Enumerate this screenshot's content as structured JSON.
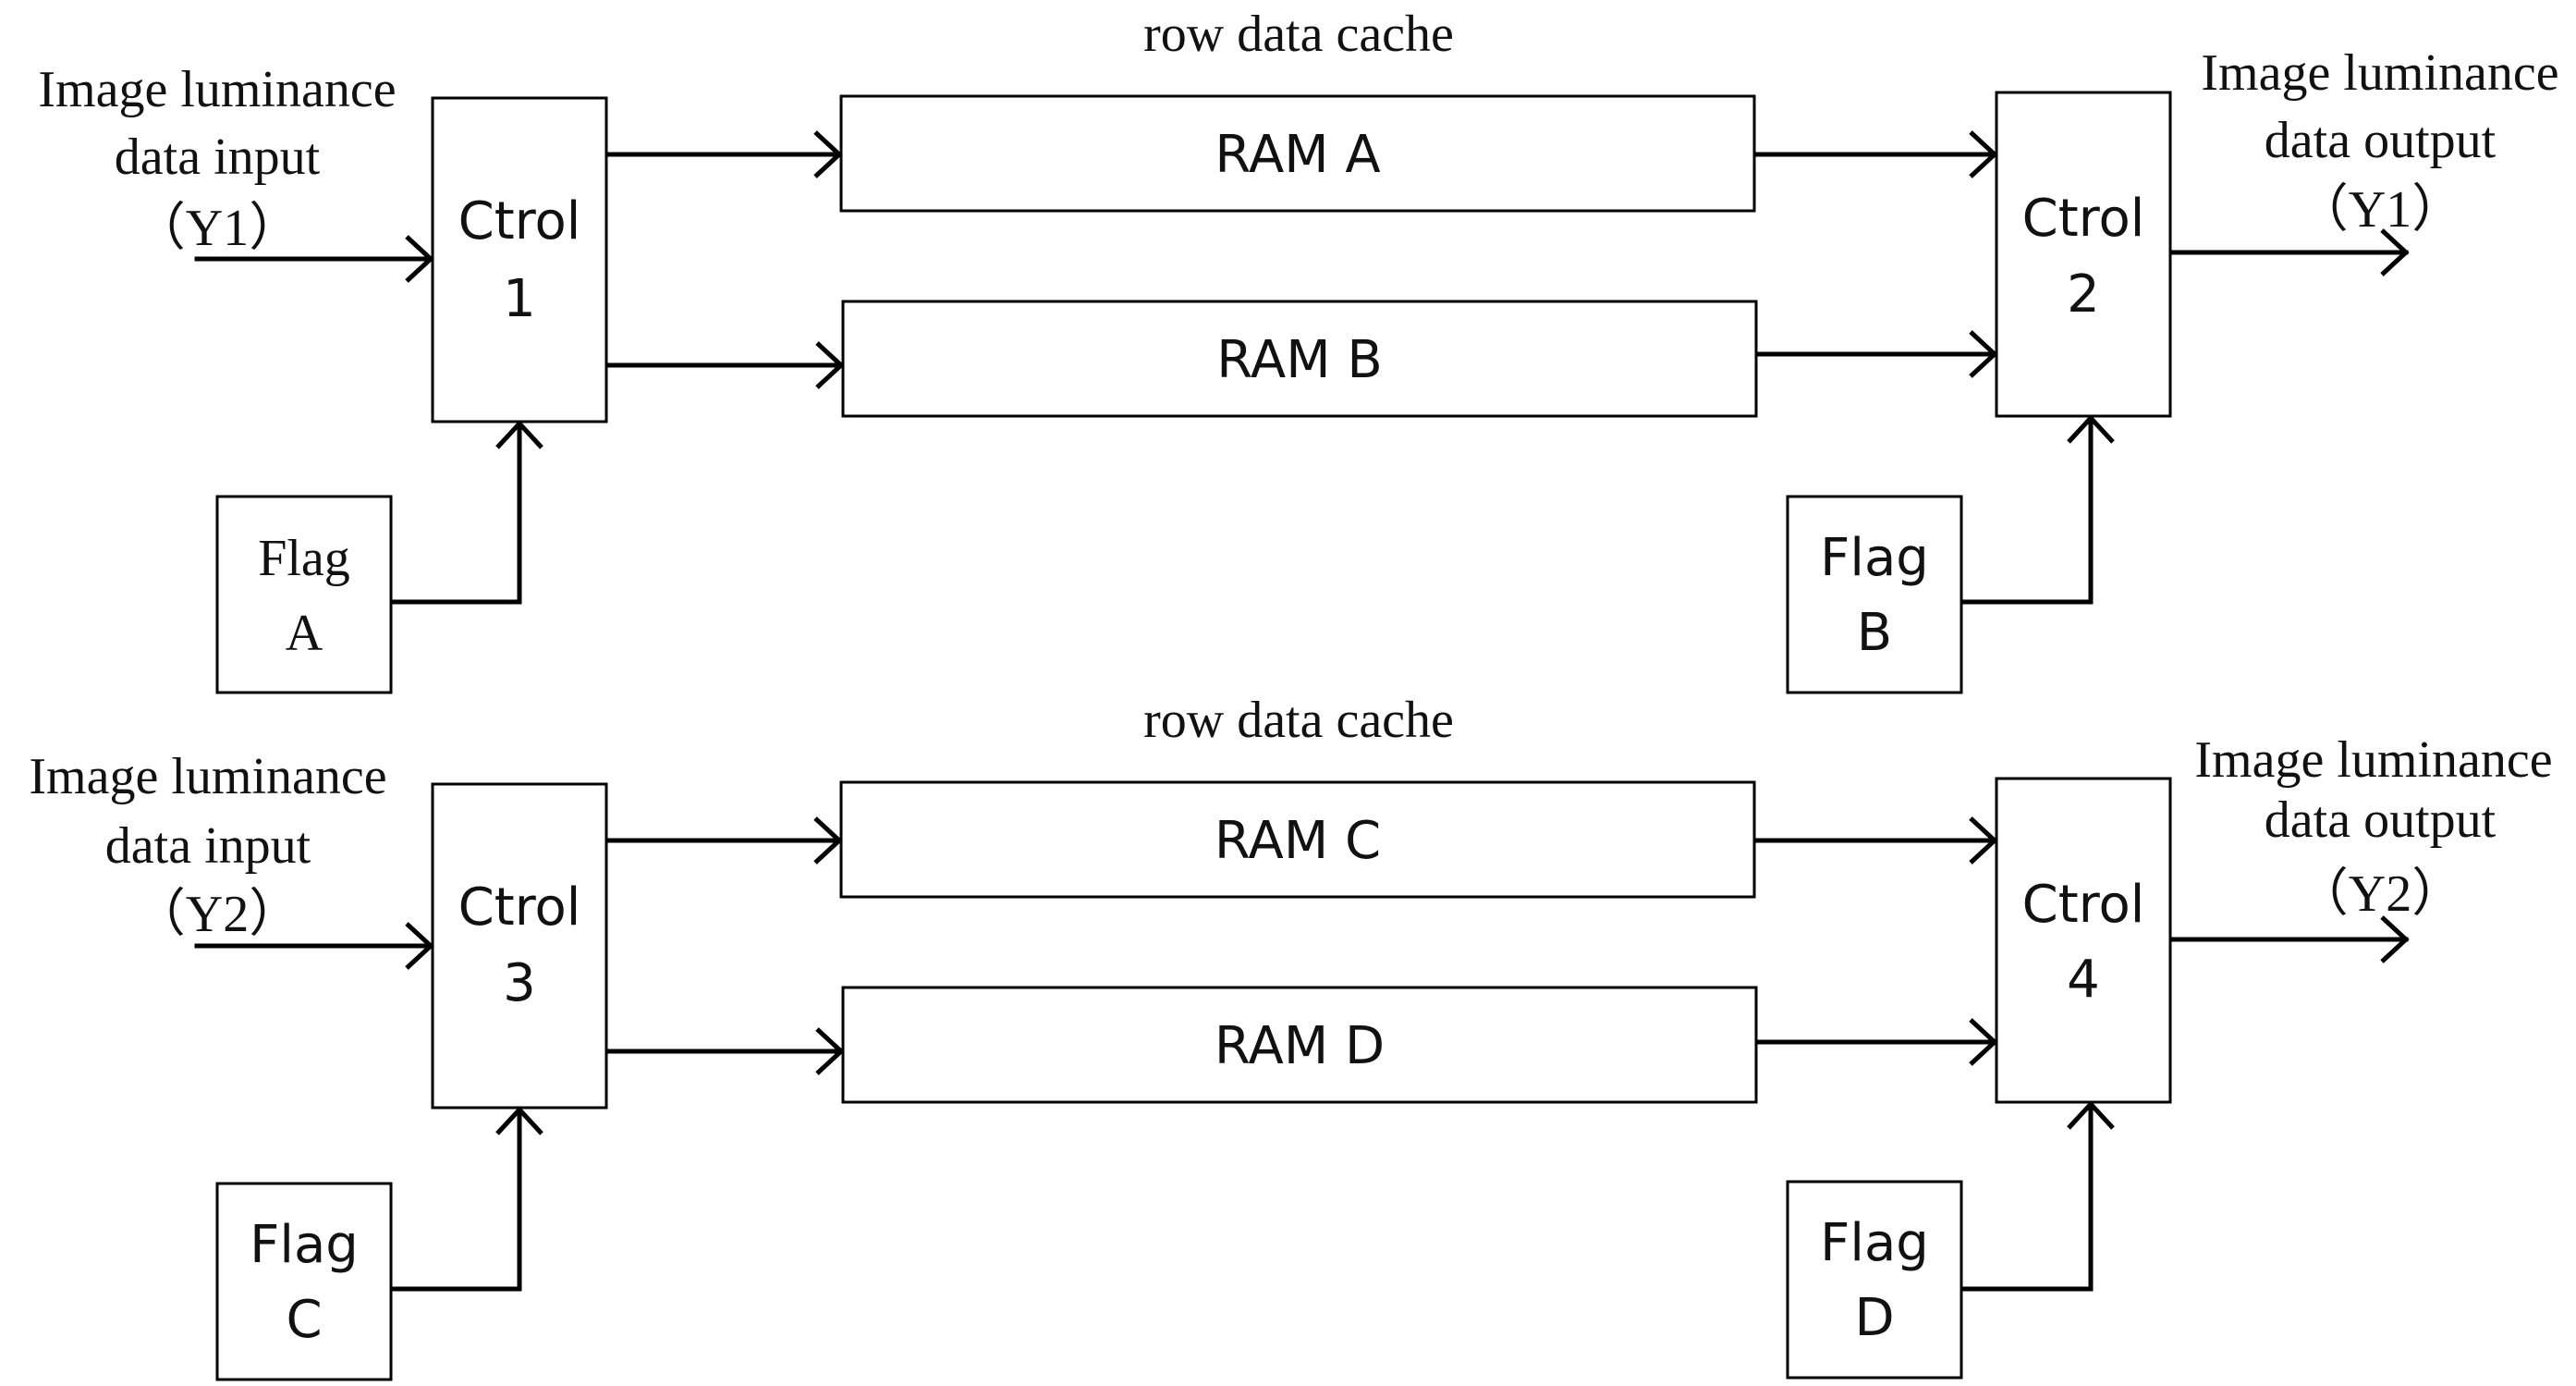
{
  "groups": [
    {
      "cache_label": "row data cache",
      "input_label": [
        "Image luminance",
        "data input",
        "（Y1）"
      ],
      "output_label": [
        "Image luminance",
        "data output",
        "（Y1）"
      ],
      "ctrl_in": [
        "Ctrol",
        "1"
      ],
      "ctrl_out": [
        "Ctrol",
        "2"
      ],
      "ram_top": "RAM A",
      "ram_bottom": "RAM B",
      "flag_in": [
        "Flag",
        "A"
      ],
      "flag_out": [
        "Flag",
        "B"
      ]
    },
    {
      "cache_label": "row data cache",
      "input_label": [
        "Image luminance",
        "data input",
        "（Y2）"
      ],
      "output_label": [
        "Image luminance",
        "data output",
        "（Y2）"
      ],
      "ctrl_in": [
        "Ctrol",
        "3"
      ],
      "ctrl_out": [
        "Ctrol",
        "4"
      ],
      "ram_top": "RAM C",
      "ram_bottom": "RAM D",
      "flag_in": [
        "Flag",
        "C"
      ],
      "flag_out": [
        "Flag",
        "D"
      ]
    }
  ]
}
